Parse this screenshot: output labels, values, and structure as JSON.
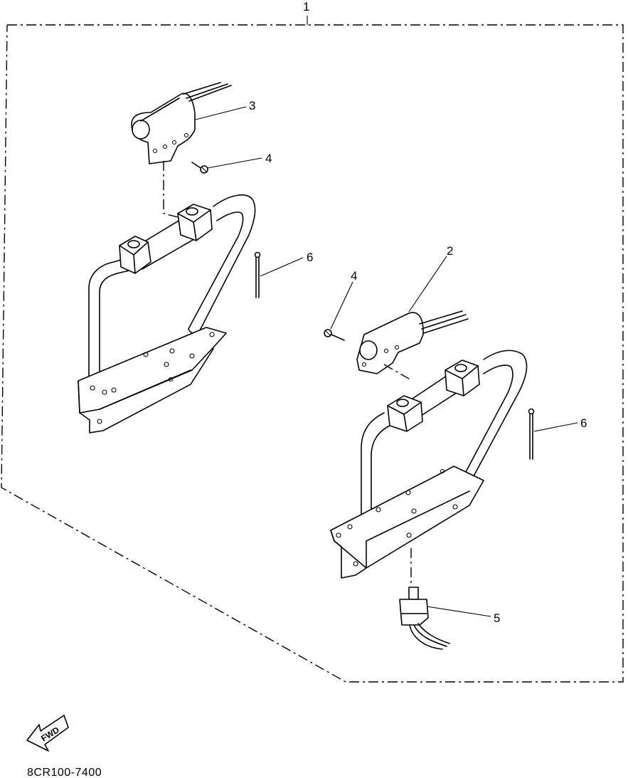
{
  "diagram": {
    "callouts": {
      "kit": "1",
      "part_2": "2",
      "part_3": "3",
      "part_4_left": "4",
      "part_4_right": "4",
      "part_5": "5",
      "part_6_left": "6",
      "part_6_right": "6"
    },
    "fwd_label": "FWD",
    "drawing_code": "8CR100-7400"
  }
}
